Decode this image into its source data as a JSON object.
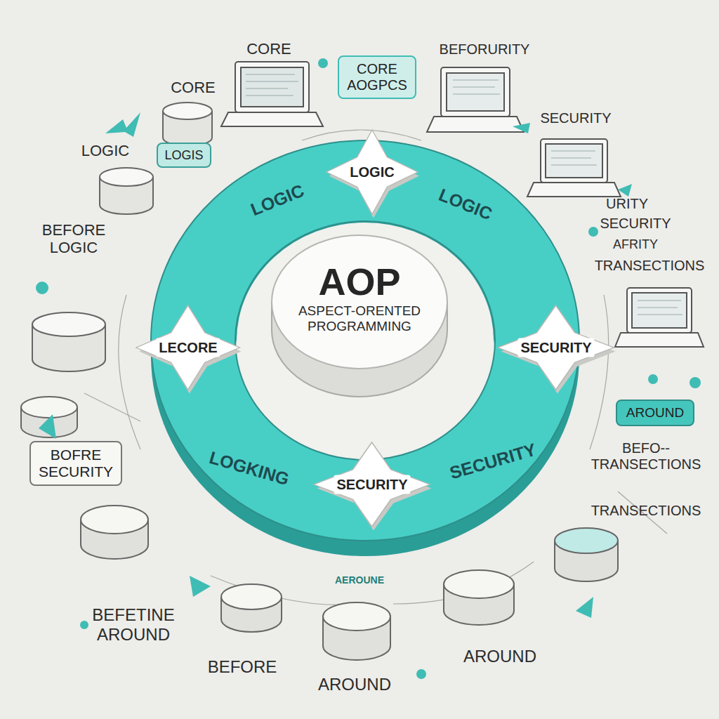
{
  "diagram": {
    "nodes": [
      {
        "text": [
          "CORE AOGPCS"
        ]
      },
      {
        "text": [
          "LOGIS"
        ]
      },
      {
        "text": [
          "LOGIC",
          "LOGIC",
          "LOGKING",
          "SECURITY"
        ]
      },
      {
        "text": [
          "LOGIC"
        ]
      },
      {
        "text": [
          "LECORE"
        ]
      },
      {
        "text": [
          "AOP",
          "ASPECT-ORENTED PROGRAMMING"
        ]
      },
      {
        "text": [
          "SECURITY"
        ]
      },
      {
        "text": [
          "SECURITY"
        ]
      },
      {
        "text": [
          "AROUND"
        ]
      },
      {
        "text": [
          "BOFRE SECURITY"
        ]
      }
    ],
    "labels": [
      "CORE",
      "CORE",
      "BEFORURITY",
      "SECURITY",
      "LOGIC",
      "BEFORE LOGIC",
      "URITY",
      "SECURITY",
      "AFRITY",
      "TRANSECTIONS",
      "BEFO-- TRANSECTIONS",
      "TRANSECTIONS",
      "BEFETINE AROUND",
      "BEFORE",
      "AEROUNE",
      "AROUND",
      "AROUND"
    ]
  }
}
